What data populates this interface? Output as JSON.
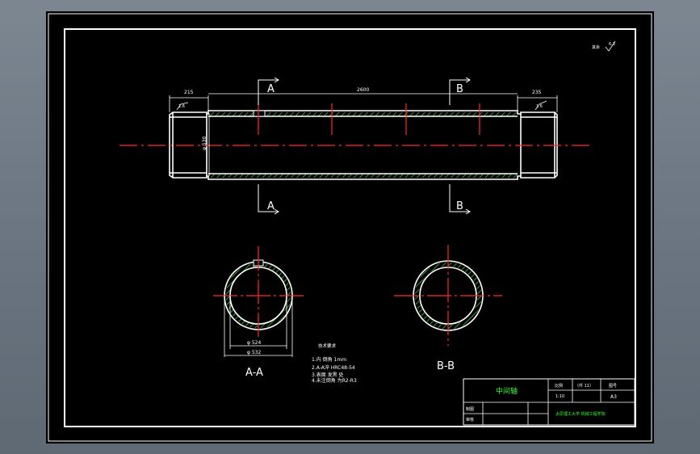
{
  "drawing": {
    "colors": {
      "background": "#000000",
      "lines": "#ffffff",
      "centerline": "#ff2a2a",
      "hatch": "#3fbf3f",
      "title_text": "#35ff35"
    },
    "roughness_mark": "6.3",
    "dimensions": {
      "left_length": "215",
      "total_length": "2600",
      "right_length": "235",
      "diameter": "φ 530",
      "left_chamfer": "1.6",
      "right_chamfer": "1.6",
      "aa_inner_dia": "φ 524",
      "aa_outer_dia": "φ 532"
    },
    "section_markers": {
      "a_top": "A",
      "a_bottom": "A",
      "b_top": "B",
      "b_bottom": "B"
    },
    "section_views": {
      "aa_label": "A-A",
      "bb_label": "B-B"
    },
    "tech_requirements": {
      "title": "技术要求",
      "lines": [
        "1.内 倒角 1mm",
        "2.A-A淬 HRC48-54",
        "3.表面 发黑 处",
        "4.未注倒角 为R2-R3"
      ]
    },
    "title_block": {
      "part_name": "中间轴",
      "scale_label": "比例",
      "count_label": "（件 11）",
      "drawing_no_label": "图号",
      "scale_value": "1:10",
      "sheet_size": "A3",
      "drafter_label": "制图",
      "reviewer_label": "审核",
      "school": "太原理工大学 机械工程学院"
    }
  }
}
